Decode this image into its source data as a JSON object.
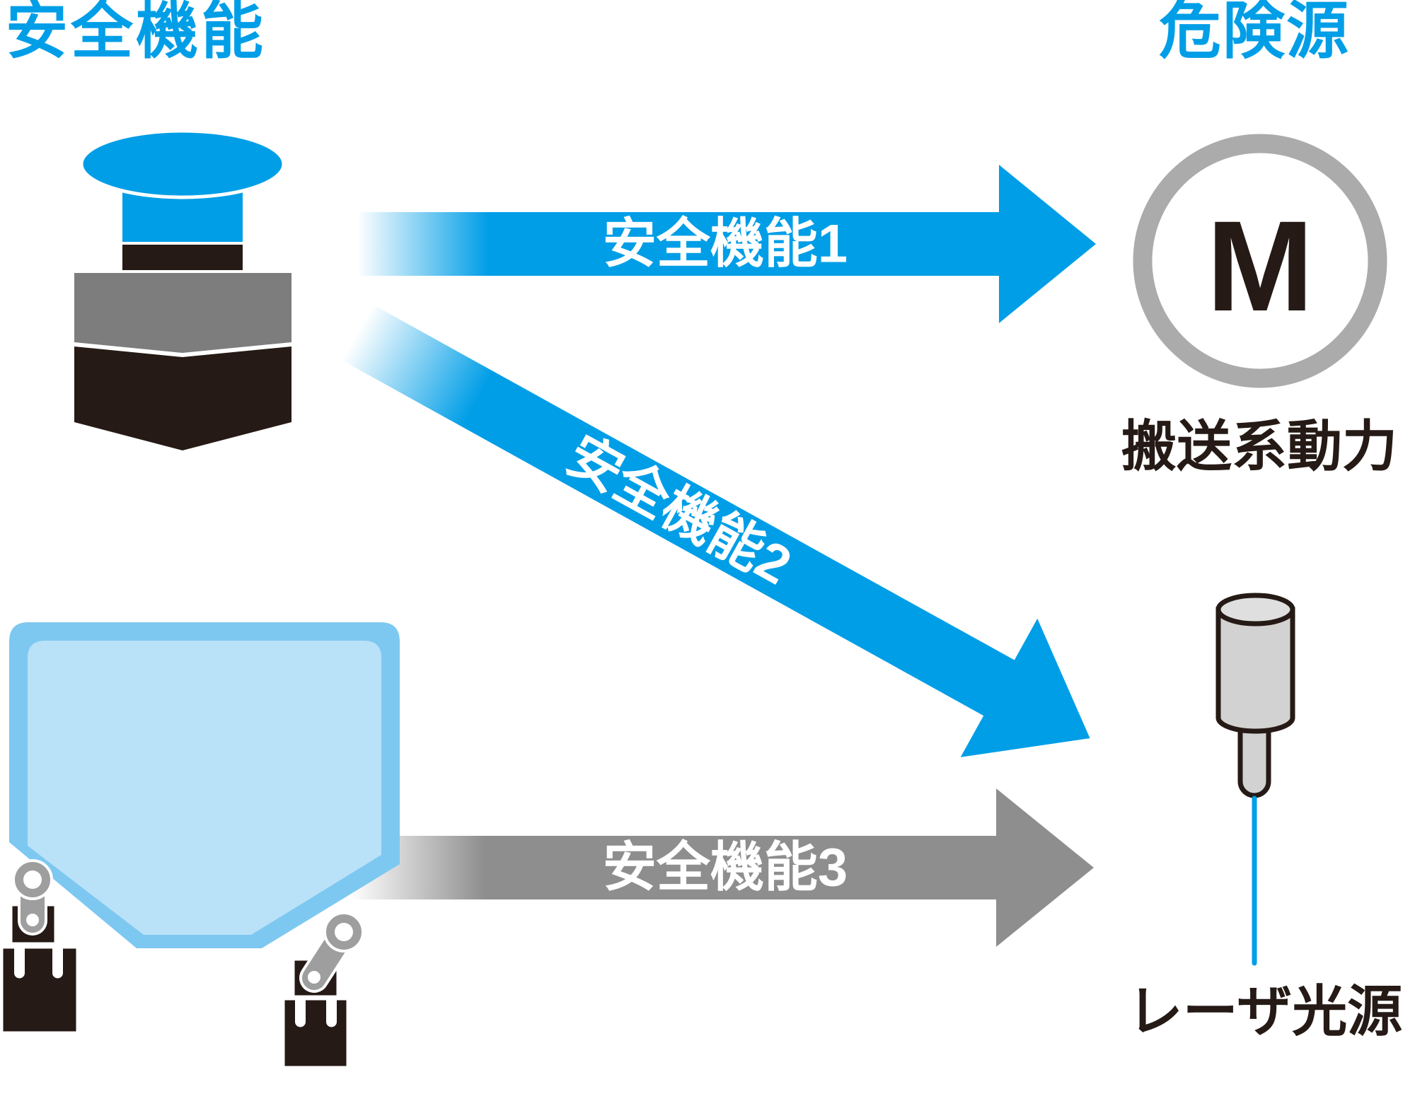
{
  "headers": {
    "safety_functions": "安全機能",
    "hazard_sources": "危険源"
  },
  "arrows": [
    {
      "label": "安全機能1",
      "color": "#009EE7",
      "direction": "horizontal"
    },
    {
      "label": "安全機能2",
      "color": "#009EE7",
      "direction": "diagonal"
    },
    {
      "label": "安全機能3",
      "color": "#8E8E8E",
      "direction": "horizontal"
    }
  ],
  "hazards": {
    "motor": {
      "symbol": "M",
      "caption": "搬送系動力"
    },
    "laser": {
      "caption": "レーザ光源"
    }
  },
  "icons": {
    "emergency_stop": "emergency-stop-button-icon",
    "interlock_guard": "interlock-guard-icon",
    "motor": "motor-symbol-icon",
    "laser": "laser-source-icon"
  },
  "colors": {
    "accent_blue": "#009EE7",
    "arrow_gray": "#8E8E8E",
    "panel_border": "#7DC8F0",
    "panel_fill": "#B9E1F8",
    "ring_gray": "#ABABAB",
    "ink_black": "#251A15",
    "metal_gray": "#9E9E9E",
    "device_gray": "#7D7D7D",
    "laser_body_gray": "#D2D2D2"
  }
}
